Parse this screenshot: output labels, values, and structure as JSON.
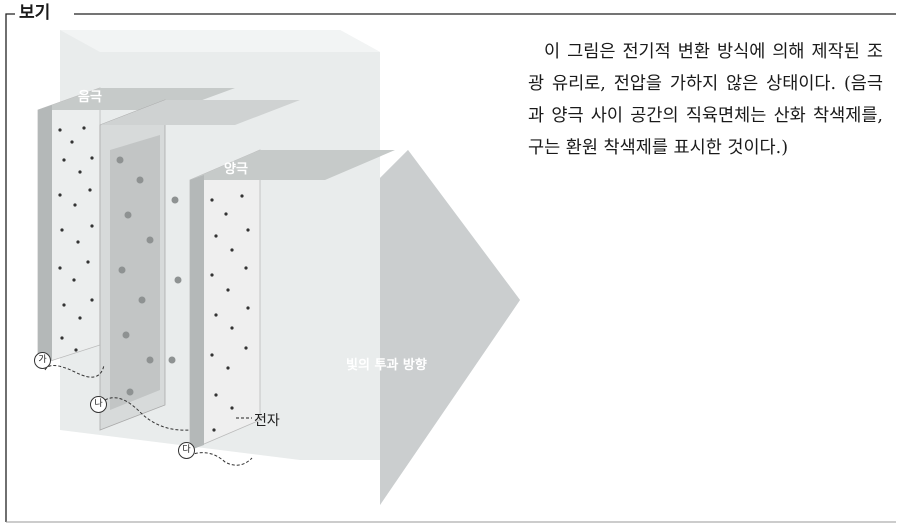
{
  "box": {
    "tag": "보기"
  },
  "description": "이 그림은 전기적 변환 방식에 의해 제작된 조광 유리로, 전압을 가하지 않은 상태이다. (음극과 양극 사이 공간의 직육면체는 산화 착색제를, 구는 환원 착색제를 표시한 것이다.)",
  "figure": {
    "cathode_label": "음극",
    "anode_label": "양극",
    "electron_label": "전자",
    "light_direction_label": "빛의 투과 방향",
    "markers": [
      "가",
      "나",
      "다"
    ]
  }
}
